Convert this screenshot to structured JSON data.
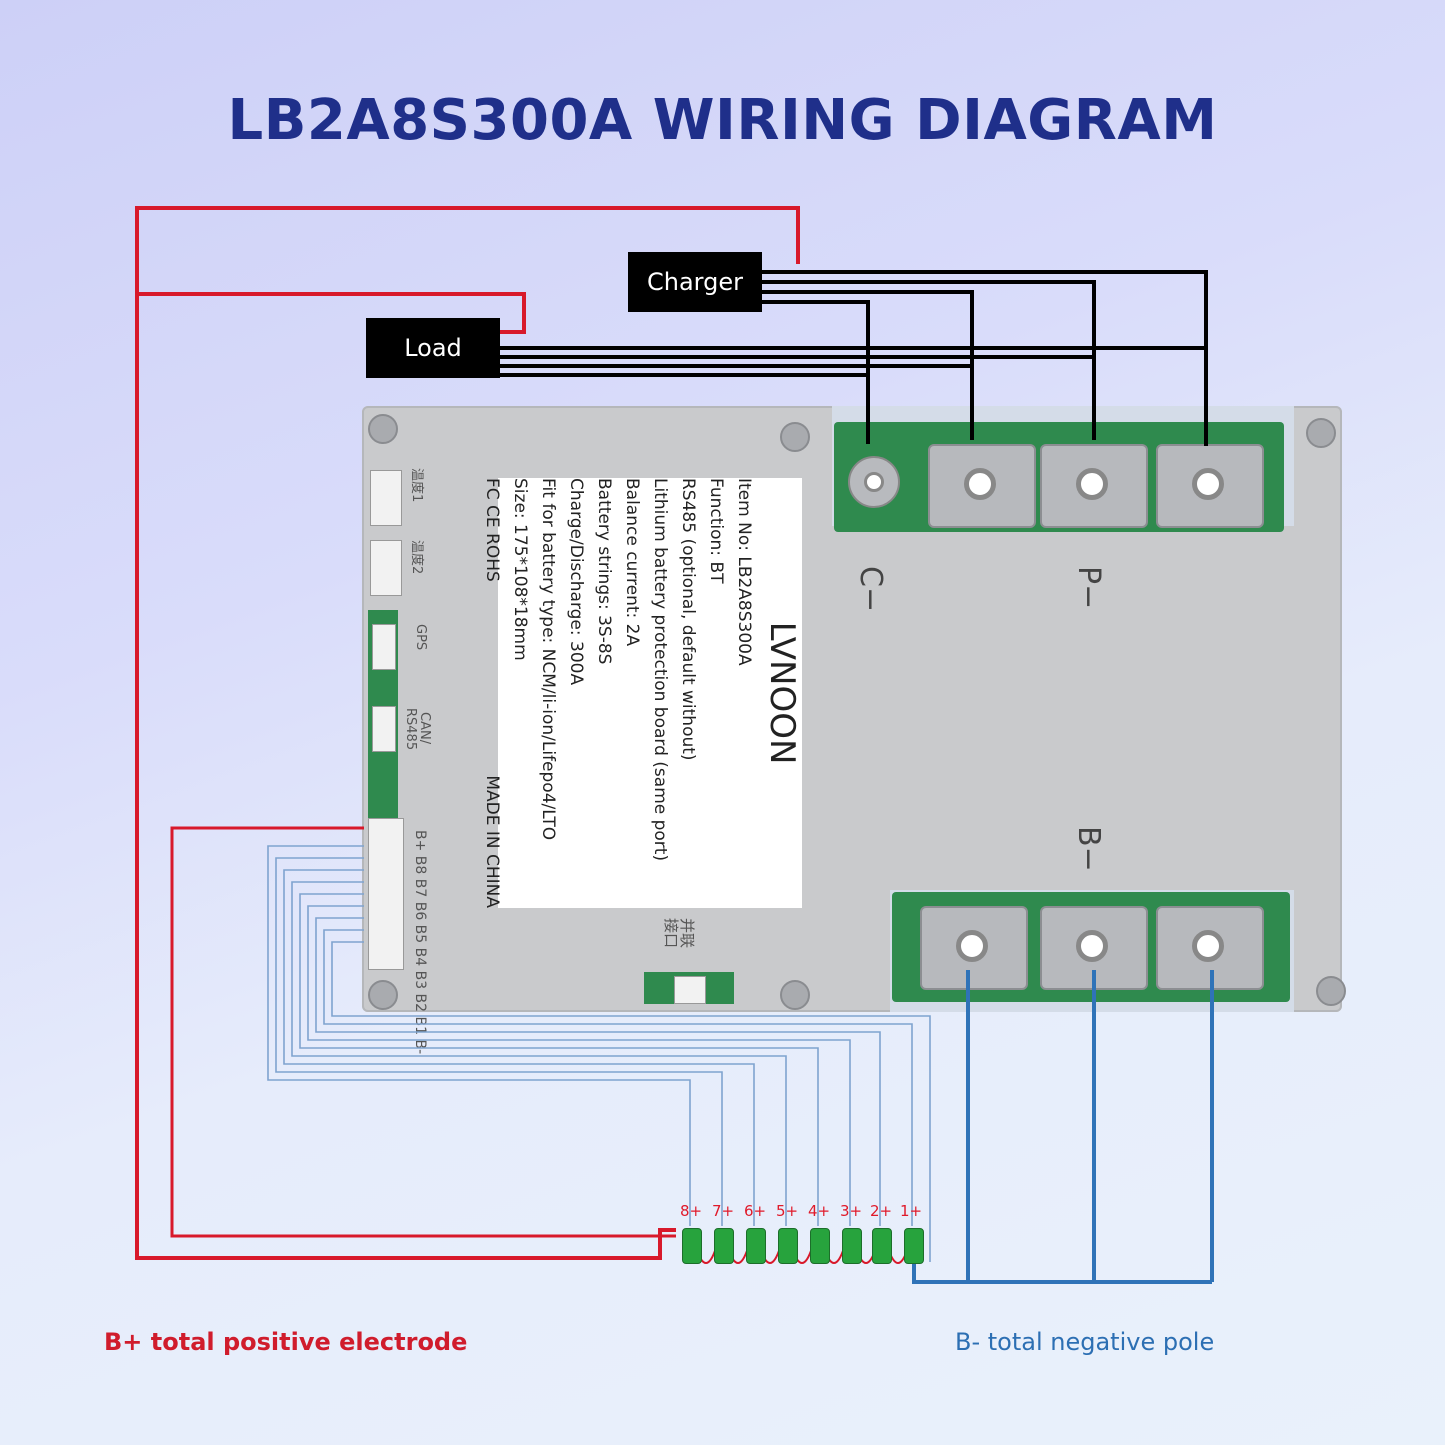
{
  "title": "LB2A8S300A WIRING DIAGRAM",
  "boxes": {
    "charger": "Charger",
    "load": "Load"
  },
  "label": {
    "brand": "LVNOON",
    "lines": [
      "Item No: LB2A8S300A",
      "Function: BT",
      "RS485 (optional, default without)",
      "Lithium battery protection board (same port)",
      "Balance current: 2A",
      "Battery strings: 3S-8S",
      "Charge/Discharge: 300A",
      "Fit for battery type: NCM/li-ion/Lifepo4/LTO",
      "Size: 175*108*18mm",
      "FC CE ROHS"
    ],
    "made_in": "MADE IN CHINA"
  },
  "board_marks": {
    "temp1": "温度1",
    "temp2": "温度2",
    "gps": "GPS",
    "can": "CAN/",
    "rs485": "RS485",
    "balance": "B+ B8 B7 B6 B5 B4 B3 B2 B1 B-",
    "parallel": "并联",
    "port": "接口"
  },
  "terminals": {
    "c": "C−",
    "p": "P−",
    "b": "B−"
  },
  "cells": [
    "8+",
    "7+",
    "6+",
    "5+",
    "4+",
    "3+",
    "2+",
    "1+"
  ],
  "footer": {
    "left": "B+ total positive electrode",
    "right": "B- total negative pole"
  },
  "colors": {
    "red": "#d8192b",
    "blue": "#2f73b8",
    "black": "#000000",
    "title": "#1f2f8a"
  }
}
